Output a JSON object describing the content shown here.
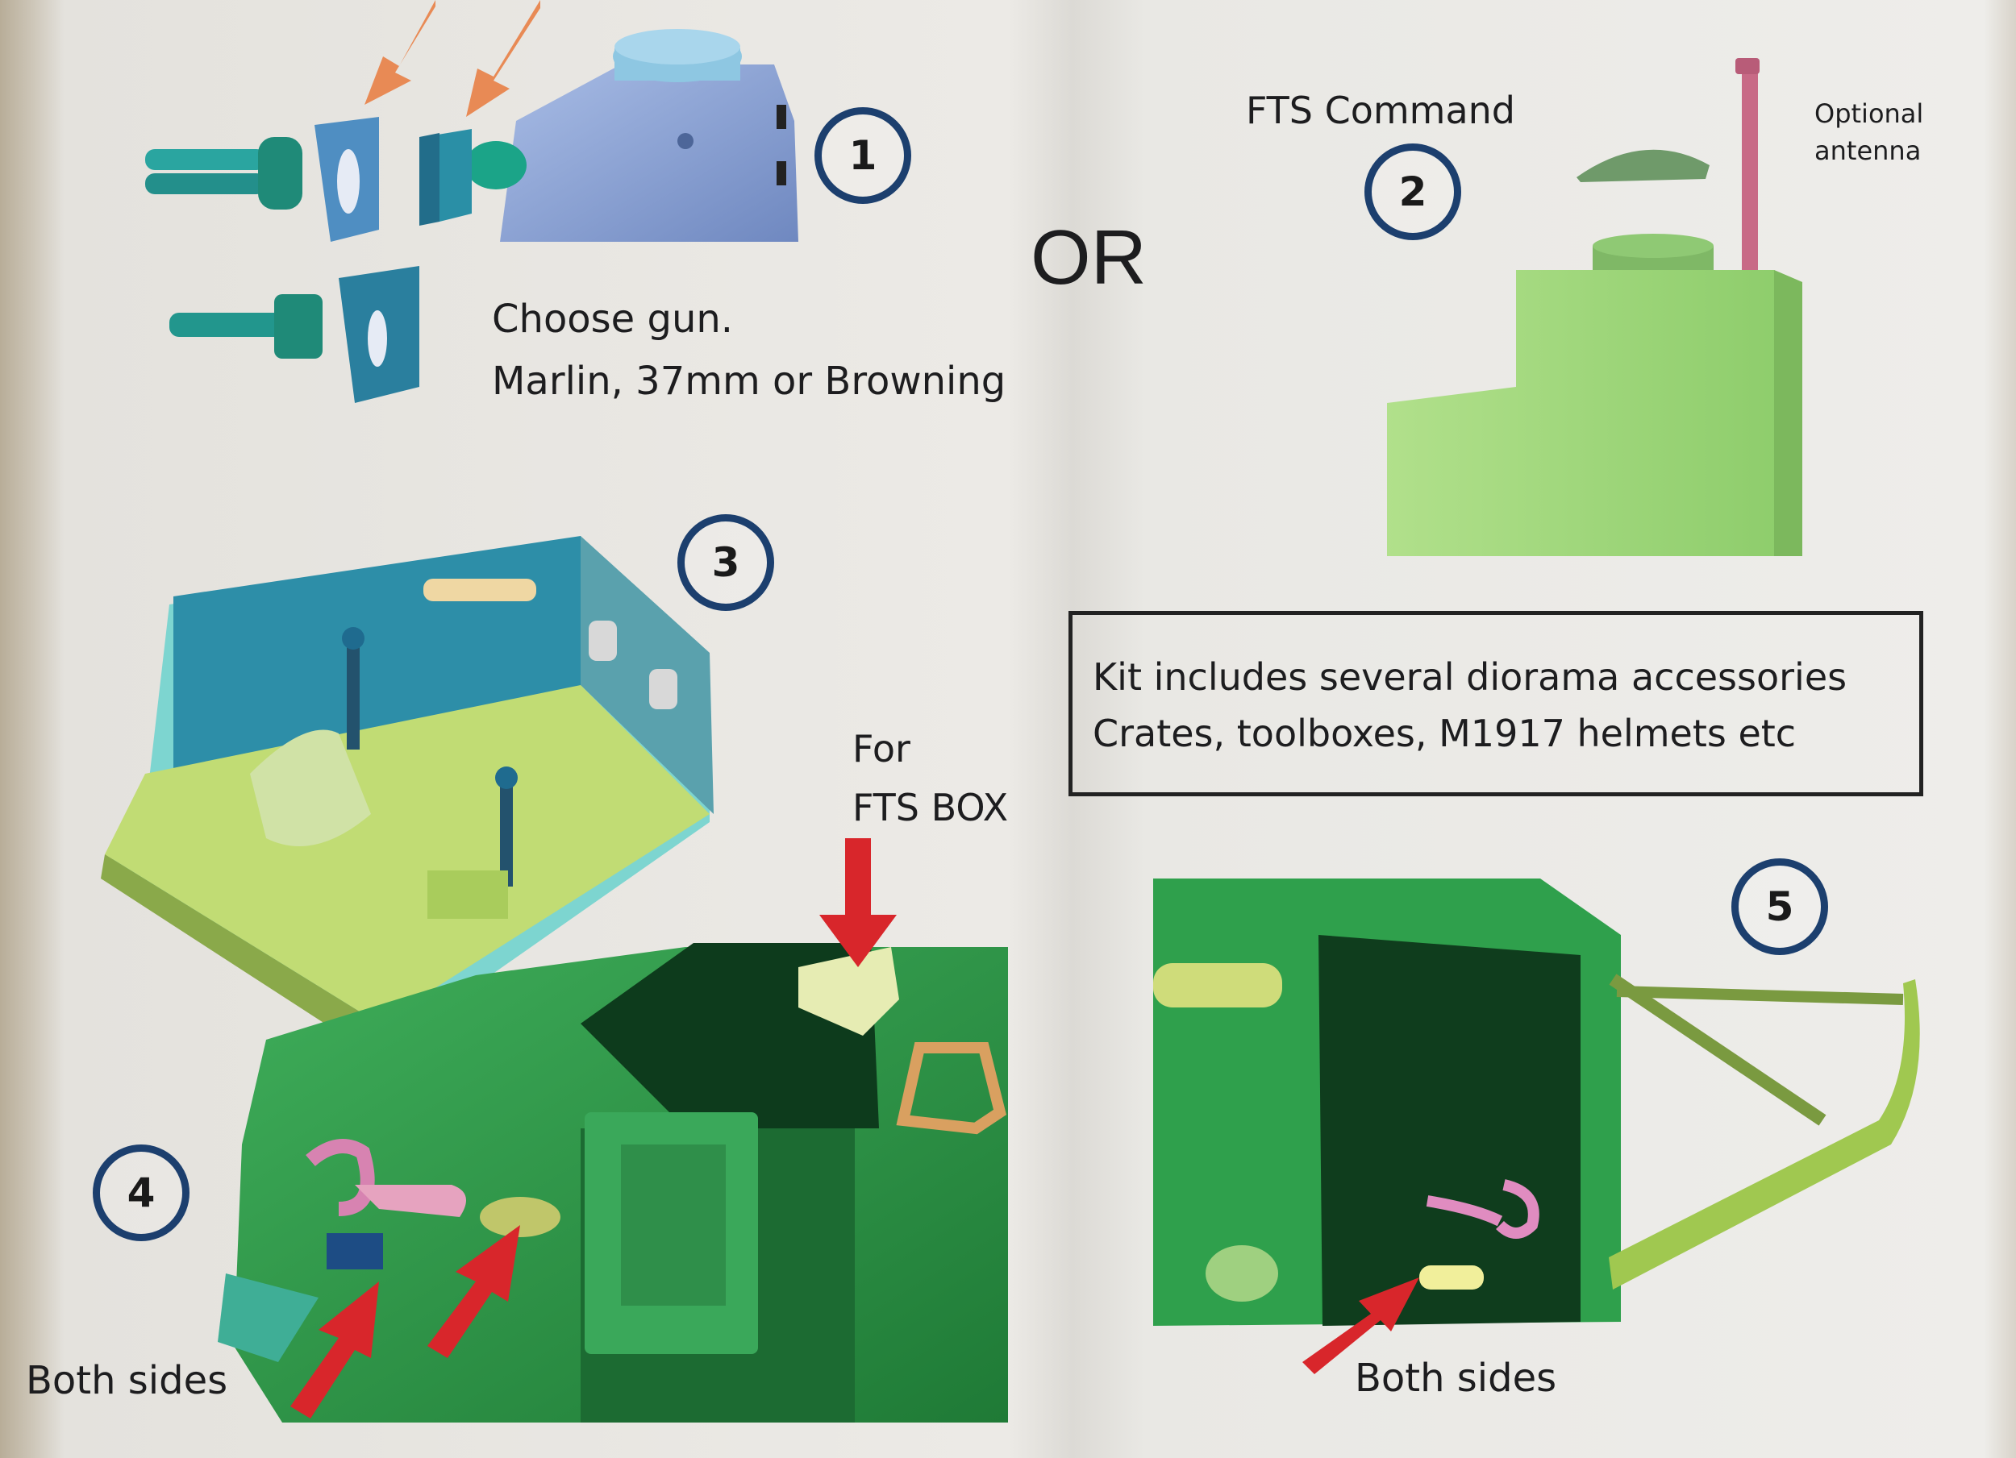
{
  "steps": {
    "s1": "1",
    "s2": "2",
    "s3": "3",
    "s4": "4",
    "s5": "5"
  },
  "step1": {
    "line1": "Choose gun.",
    "line2": "Marlin, 37mm or Browning"
  },
  "or_label": "OR",
  "step2": {
    "title": "FTS Command",
    "antenna_line1": "Optional",
    "antenna_line2": "antenna"
  },
  "step3": {
    "for_line1": "For",
    "for_line2": "FTS BOX"
  },
  "note_box": {
    "line1": "Kit includes several diorama accessories",
    "line2": "Crates, toolboxes, M1917 helmets etc"
  },
  "step4": {
    "label": "Both sides"
  },
  "step5": {
    "label": "Both sides"
  },
  "colors": {
    "paper": "#eceae6",
    "circle_border": "#1c3f6e",
    "arrow_orange": "#e88a55",
    "arrow_red": "#d8262b",
    "turret_blue": "#8fa7d6",
    "teal": "#2aa5a0",
    "fts_green": "#9fd97a",
    "hull_green": "#2f9a4a",
    "panel_lime": "#b8d86a"
  }
}
